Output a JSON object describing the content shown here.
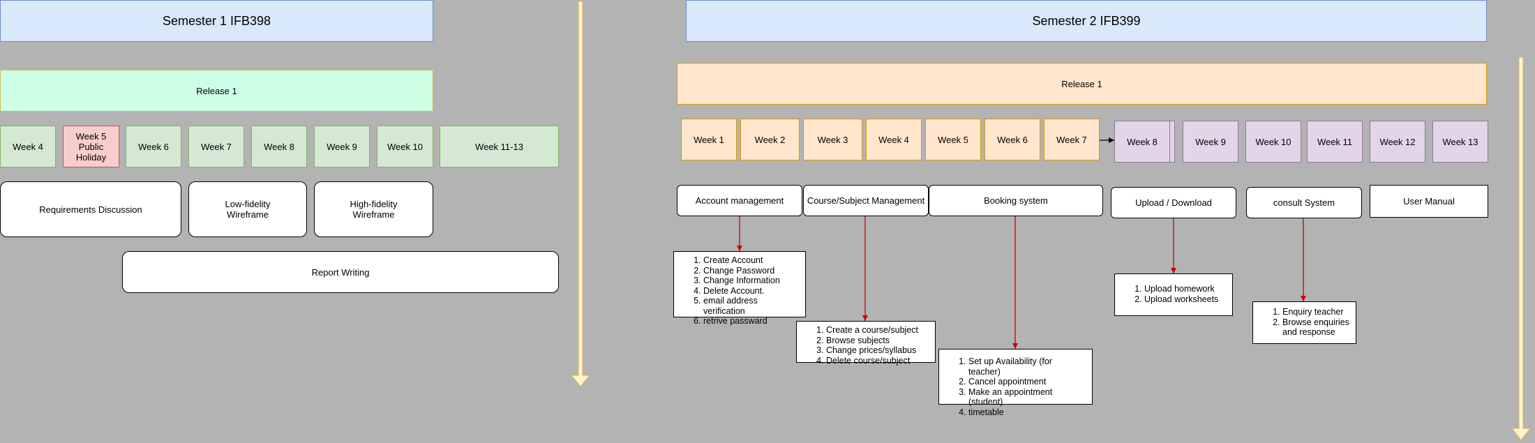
{
  "semester1": {
    "title": "Semester 1 IFB398",
    "release": "Release 1",
    "weeks": [
      "Week 4",
      "Week 5\nPublic Holiday",
      "Week 6",
      "Week 7",
      "Week 8",
      "Week 9",
      "Week 10",
      "Week 11-13"
    ],
    "tasks": {
      "requirements": "Requirements Discussion",
      "low_fidelity": "Low-fidelity\nWireframe",
      "high_fidelity": "High-fidelity\nWireframe",
      "report": "Report Writing"
    }
  },
  "semester2": {
    "title": "Semester 2 IFB399",
    "release": "Release 1",
    "weeks_orange": [
      "Week 1",
      "Week 2",
      "Week 3",
      "Week 4",
      "Week 5",
      "Week 6",
      "Week 7"
    ],
    "weeks_purple": [
      "Week 8",
      "Week 9",
      "Week 10",
      "Week 11",
      "Week 12",
      "Week 13"
    ],
    "features": {
      "account": "Account management",
      "course": "Course/Subject Management",
      "booking": "Booking system",
      "upload": "Upload / Download",
      "consult": "consult System",
      "manual": "User Manual"
    },
    "lists": {
      "account": [
        "Create Account",
        "Change Password",
        "Change Information",
        "Delete Account.",
        "email address verification",
        "retrive passward"
      ],
      "course": [
        "Create a course/subject",
        "Browse subjects",
        "Change prices/syllabus",
        "Delete course/subject"
      ],
      "booking": [
        "Set up Availability (for teacher)",
        "Cancel appointment",
        "Make an appointment (student)",
        "timetable"
      ],
      "upload": [
        "Upload homework",
        "Upload worksheets"
      ],
      "consult": [
        "Enquiry teacher",
        "Browse enquiries and response"
      ]
    }
  },
  "colors": {
    "timeline_arrow": "#fff2cc",
    "timeline_arrow_edge": "#d6b656",
    "connector_red": "#cc0000"
  }
}
